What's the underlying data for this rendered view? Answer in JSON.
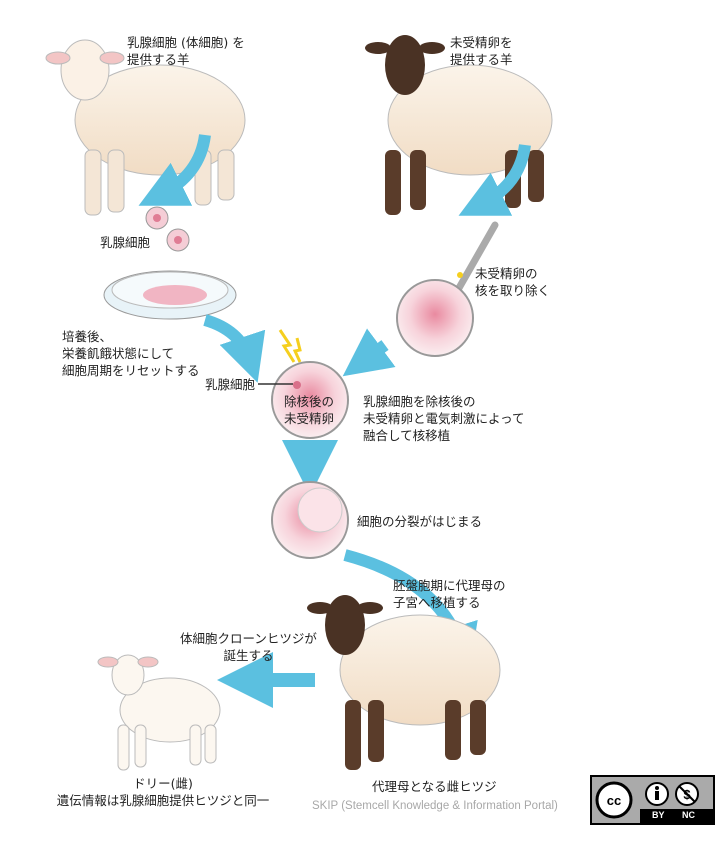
{
  "labels": {
    "donor_sheep": [
      "乳腺細胞 (体細胞) を",
      "提供する羊"
    ],
    "egg_sheep": [
      "未受精卵を",
      "提供する羊"
    ],
    "mammary_cells": "乳腺細胞",
    "remove_nucleus": [
      "未受精卵の",
      "核を取り除く"
    ],
    "culture": [
      "培養後、",
      "栄養飢餓状態にして",
      "細胞周期をリセットする"
    ],
    "mammary_cell_pointer": "乳腺細胞",
    "enucleated_egg": [
      "除核後の",
      "未受精卵"
    ],
    "fusion": [
      "乳腺細胞を除核後の",
      "未受精卵と電気刺激によって",
      "融合して核移植"
    ],
    "division": "細胞の分裂がはじまる",
    "transfer": [
      "胚盤胞期に代理母の",
      "子宮へ移植する"
    ],
    "clone_born": [
      "体細胞クローンヒツジが",
      "誕生する"
    ],
    "dolly": [
      "ドリー(雌)",
      "遺伝情報は乳腺細胞提供ヒツジと同一"
    ],
    "surrogate": "代理母となる雌ヒツジ"
  },
  "credit": "SKIP (Stemcell Knowledge & Information Portal)",
  "license": {
    "by": "BY",
    "nc": "NC"
  },
  "colors": {
    "arrow": "#5bc0e0",
    "wool": "#f6ead8",
    "dark_face": "#4a3224",
    "cell": "#f2b8c4",
    "bolt": "#f5cf1f"
  }
}
